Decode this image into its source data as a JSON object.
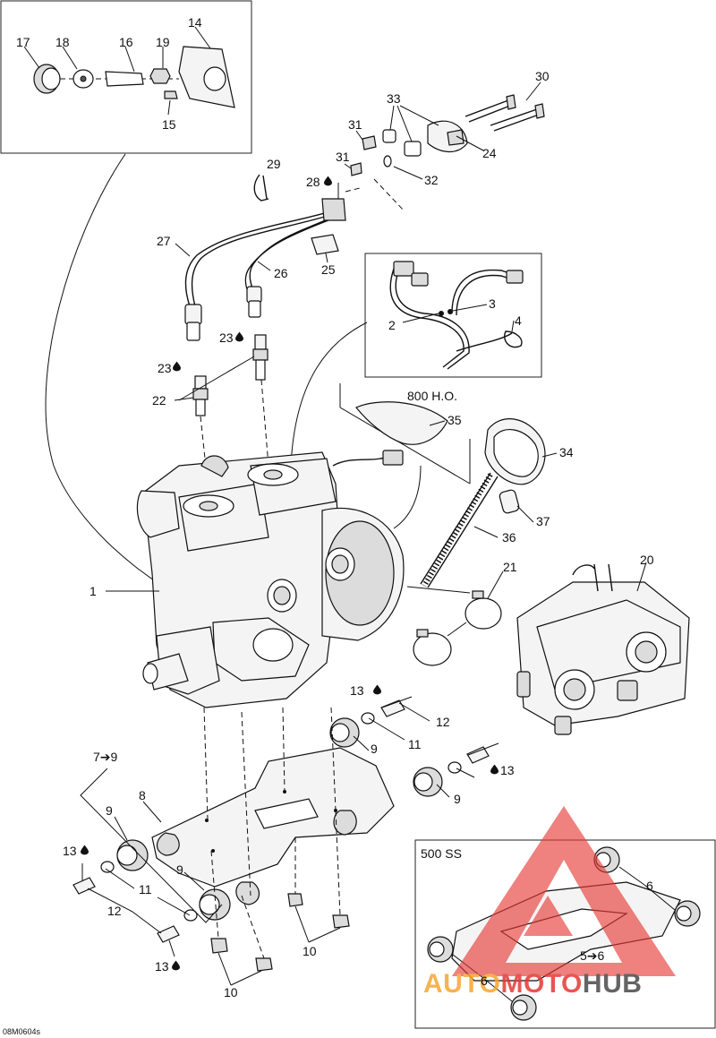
{
  "callouts": {
    "c1": "1",
    "c2": "2",
    "c3": "3",
    "c4": "4",
    "c5to6": "5➔6",
    "c6a": "6",
    "c6b": "6",
    "c7to9": "7➔9",
    "c8": "8",
    "c9a": "9",
    "c9b": "9",
    "c9c": "9",
    "c9d": "9",
    "c10a": "10",
    "c10b": "10",
    "c11a": "11",
    "c11b": "11",
    "c12a": "12",
    "c12b": "12",
    "c13a": "13",
    "c13b": "13",
    "c13c": "13",
    "c13d": "13",
    "c14": "14",
    "c15": "15",
    "c16": "16",
    "c17": "17",
    "c18": "18",
    "c19": "19",
    "c20": "20",
    "c21": "21",
    "c22": "22",
    "c23a": "23",
    "c23b": "23",
    "c24": "24",
    "c25": "25",
    "c26": "26",
    "c27": "27",
    "c28": "28",
    "c29": "29",
    "c30": "30",
    "c31a": "31",
    "c31b": "31",
    "c32": "32",
    "c33": "33",
    "c34": "34",
    "c35": "35",
    "c36": "36",
    "c37": "37"
  },
  "labels": {
    "variant_800": "800 H.O.",
    "variant_500": "500 SS",
    "figure_code": "08M0604s"
  },
  "watermark": {
    "auto": "AUTO",
    "moto": "MOTO",
    "hub": "HUB",
    "color_red": "#e53935",
    "color_orange": "#f7a531",
    "color_gray": "#4a4a4a"
  },
  "icons": {
    "drop": "liquid-drop-icon",
    "arrow": "arrow-right-icon"
  }
}
